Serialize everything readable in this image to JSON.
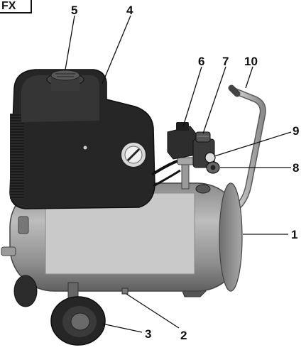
{
  "corner_tag": "FX",
  "callouts": {
    "c1": "1",
    "c2": "2",
    "c3": "3",
    "c4": "4",
    "c5": "5",
    "c6": "6",
    "c7": "7",
    "c8": "8",
    "c9": "9",
    "c10": "10"
  }
}
